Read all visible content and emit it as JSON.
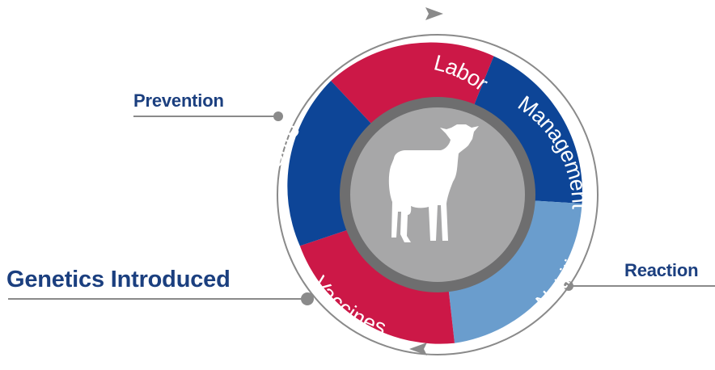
{
  "callouts": {
    "prevention": "Prevention",
    "genetics": "Genetics Introduced",
    "reaction": "Reaction"
  },
  "segments": [
    {
      "label": "Labor",
      "color": "#cc1847"
    },
    {
      "label": "Management",
      "color": "#0d4597"
    },
    {
      "label": "Nutrition",
      "color": "#6a9dcd"
    },
    {
      "label": "Vaccines",
      "color": "#cc1847"
    },
    {
      "label": "Udder Care",
      "color": "#0d4597"
    }
  ],
  "colors": {
    "outer_ring": "#8a8a8a",
    "inner_ring": "#6e6e6f",
    "center_fill": "#a7a7a8",
    "cow": "#ffffff",
    "callout_text": "#1b3f7f"
  },
  "icons": [
    "cow-silhouette-icon",
    "cycle-arrow-icon"
  ]
}
